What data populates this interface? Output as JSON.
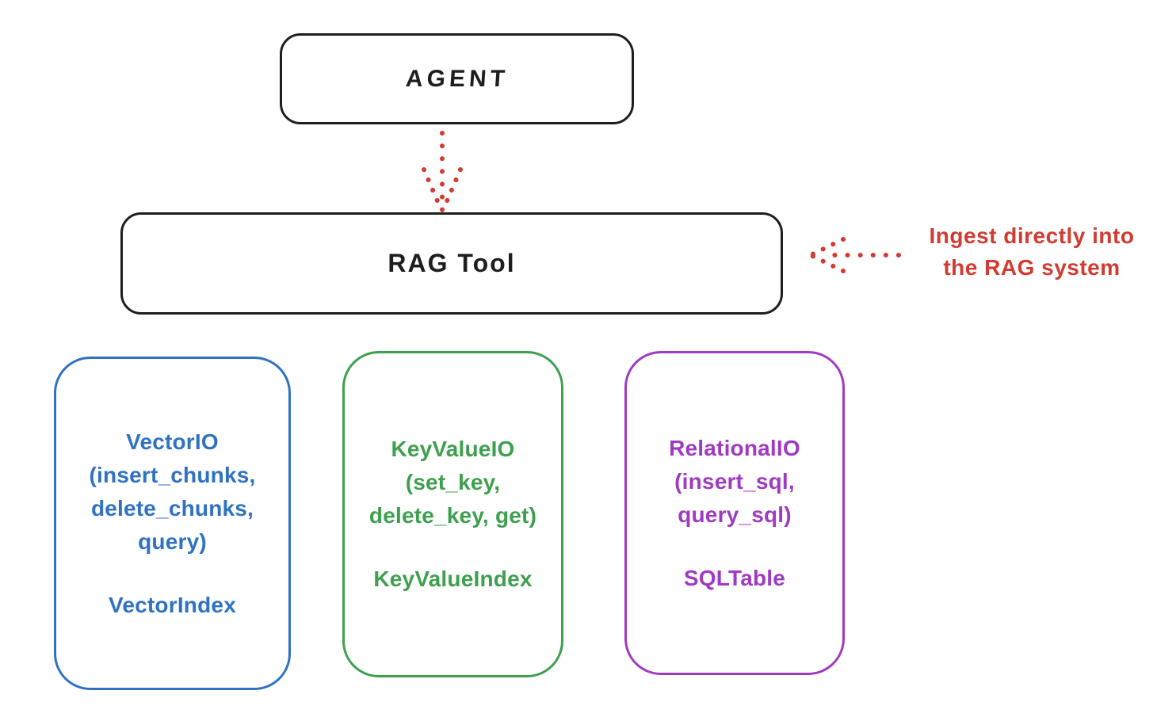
{
  "diagram": {
    "colors": {
      "ink": "#1e1e1e",
      "red": "#d23b31",
      "blue": "#2f72c2",
      "green": "#3da04e",
      "purple": "#a03ac2"
    },
    "nodes": {
      "agent": {
        "label": "AGENT"
      },
      "rag_tool": {
        "label": "RAG Tool"
      },
      "vector": {
        "lines": [
          "VectorIO",
          "(insert_chunks,",
          "delete_chunks,",
          "query)"
        ],
        "index_label": "VectorIndex"
      },
      "keyvalue": {
        "lines": [
          "KeyValueIO",
          "(set_key,",
          "delete_key, get)"
        ],
        "index_label": "KeyValueIndex"
      },
      "relational": {
        "lines": [
          "RelationalIO",
          "(insert_sql,",
          "query_sql)"
        ],
        "index_label": "SQLTable"
      }
    },
    "annotation": {
      "line1": "Ingest directly into",
      "line2": "the RAG system"
    }
  }
}
